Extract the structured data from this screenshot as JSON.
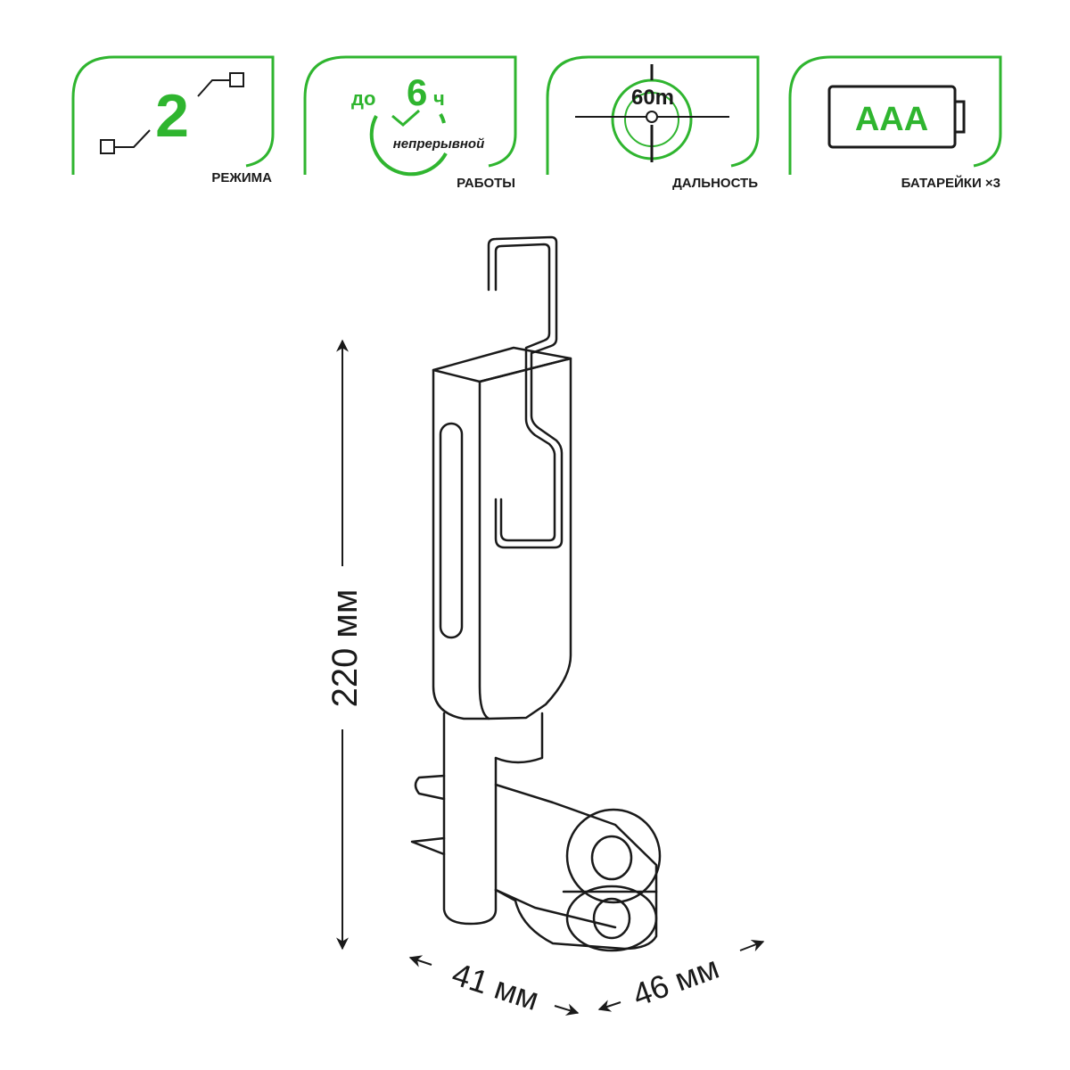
{
  "colors": {
    "accent": "#2fb52f",
    "ink": "#1a1a1a"
  },
  "badges": [
    {
      "value": "2",
      "label": "РЕЖИМА",
      "icon": "modes-icon"
    },
    {
      "prefix": "до",
      "value": "6",
      "unit": "ч",
      "sub": "непрерывной",
      "label": "РАБОТЫ",
      "icon": "clock-icon"
    },
    {
      "value": "60m",
      "label": "ДАЛЬНОСТЬ",
      "icon": "crosshair-icon"
    },
    {
      "value": "AAA",
      "label": "БАТАРЕЙКИ ×3",
      "icon": "battery-icon"
    }
  ],
  "dimensions": {
    "height": "220 мм",
    "width": "41 мм",
    "depth": "46 мм"
  }
}
